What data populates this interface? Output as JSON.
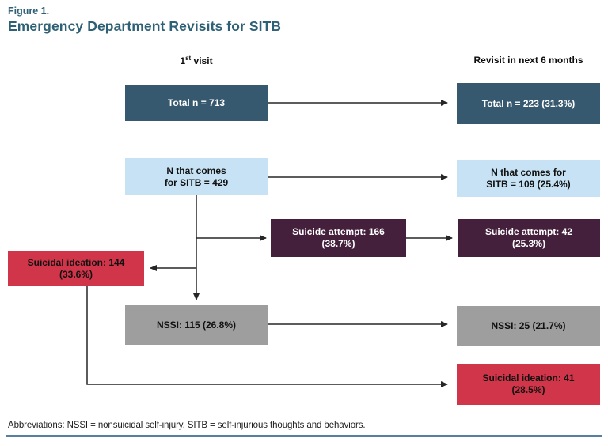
{
  "figure": {
    "label": "Figure 1.",
    "title": "Emergency Department Revisits for SITB"
  },
  "column_headers": {
    "first_visit_num": "1",
    "first_visit_sup": "st",
    "first_visit_rest": " visit",
    "revisit": "Revisit in next 6 months"
  },
  "boxes": {
    "total_first": {
      "line1": "Total n = 713"
    },
    "total_revisit": {
      "line1": "Total n = 223 (31.3%)"
    },
    "sitb_first": {
      "line1": "N that comes",
      "line2": "for SITB = 429"
    },
    "sitb_revisit": {
      "line1": "N that comes for",
      "line2": "SITB = 109 (25.4%)"
    },
    "attempt_first": {
      "line1": "Suicide attempt: 166",
      "line2": "(38.7%)"
    },
    "attempt_revisit": {
      "line1": "Suicide attempt: 42",
      "line2": "(25.3%)"
    },
    "ideation_first": {
      "line1": "Suicidal ideation: 144",
      "line2": "(33.6%)"
    },
    "nssi_first": {
      "line1": "NSSI: 115 (26.8%)"
    },
    "nssi_revisit": {
      "line1": "NSSI: 25 (21.7%)"
    },
    "ideation_revisit": {
      "line1": "Suicidal ideation: 41",
      "line2": "(28.5%)"
    }
  },
  "footnote": "Abbreviations: NSSI = nonsuicidal self-injury, SITB = self-injurious thoughts and behaviors.",
  "colors": {
    "heading": "#2e6176",
    "teal_dark": "#37596f",
    "blue_light": "#c6e2f4",
    "plum": "#45203d",
    "red": "#d1354a",
    "gray": "#9e9e9e",
    "line": "#262626",
    "rule": "#55809f"
  }
}
